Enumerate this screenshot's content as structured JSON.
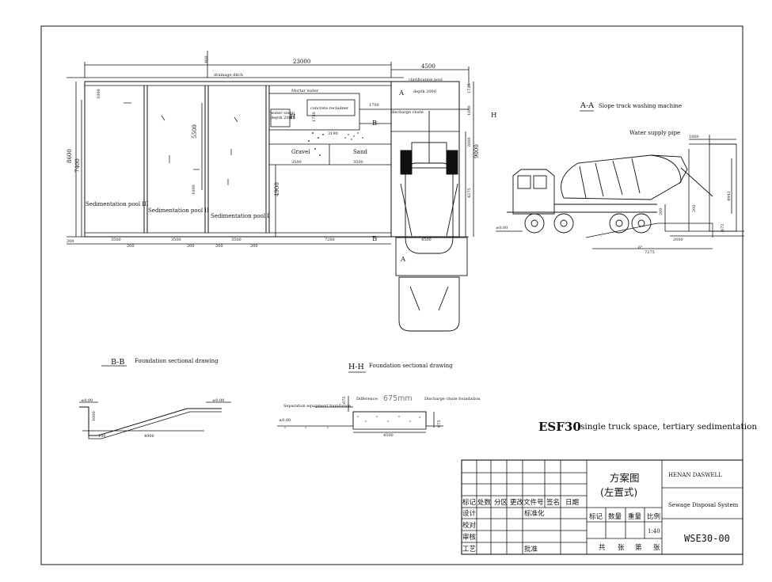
{
  "plan": {
    "dims": {
      "top_total": "23000",
      "top_left_offset": "400",
      "right_width": "4500",
      "left_height": "8600",
      "inner_height": "7400",
      "right_height": "9000",
      "pool_height": "5500",
      "lower_height": "4900",
      "edge_1000": "1000",
      "edge_1000b": "1000",
      "clar_1725": "1725",
      "clar_1000": "1000",
      "dim_2000": "2000",
      "dim_4275": "4275",
      "reclaimer_1750": "1750",
      "reclaimer_3190": "3190",
      "reclaimer_1700": "1700",
      "gravel_3500": "3500",
      "sand_3500": "3500",
      "b1": "200",
      "b2": "3500",
      "b3": "200",
      "b4": "3500",
      "b5": "200",
      "b6": "3500",
      "b7": "200",
      "b8": "7200",
      "b9": "4500",
      "b10": "200"
    },
    "labels": {
      "drainage_ditch": "drainage ditch",
      "mortar_water": "Mortar water",
      "water_sump": "water sump",
      "water_sump_depth": "depth 2000",
      "concrete_reclaimer": "concrete reclaimer",
      "clarification_pool": "clarification pool",
      "clarification_depth": "depth 2000",
      "discharge_chute": "discharge chute",
      "gravel": "Gravel",
      "sand": "Sand",
      "pool3": "Sedimentation pool III",
      "pool2": "Sedimentation pool II",
      "pool1": "Sedimentation pool I",
      "sec_a": "A",
      "sec_a2": "A",
      "sec_b": "B",
      "sec_b2": "B",
      "sec_h": "H",
      "sec_h2": "H"
    }
  },
  "section_aa": {
    "tag": "A-A",
    "title": "Slope truck washing machine",
    "water_supply_pipe": "Water supply pipe",
    "dim_1800": "1800",
    "dim_4943": "4943",
    "dim_200a": "200",
    "dim_200b": "200",
    "dim_672": "672",
    "dim_2000": "2000",
    "dim_7275": "7275",
    "level": "±0.00",
    "angle": "6°"
  },
  "section_bb": {
    "tag": "B-B",
    "title": "Foundation sectional drawing",
    "level_left": "±0.00",
    "level_right": "±0.00",
    "dim_1000": "1000",
    "dim_100": "100",
    "dim_4900": "4900"
  },
  "section_hh": {
    "tag": "H-H",
    "title": "Foundation sectional drawing",
    "difference_label": "Difference:",
    "difference_value": "675mm",
    "dim_675": "675",
    "discharge_chute_foundation": "Discharge chute foundation",
    "separation_foundation": "Separation equipment foundation",
    "level": "±0.00",
    "dim_4500": "4500",
    "dim_675b": "675"
  },
  "caption": {
    "code": "ESF30",
    "text": "single truck space, tertiary sedimentation"
  },
  "title_block": {
    "drawing_name_1": "方案图",
    "drawing_name_2": "(左置式)",
    "company": "HENAN DASWELL",
    "project": "Sewage Disposal System",
    "drawing_no": "WSE30-00",
    "scale": "1:40",
    "h_biaoji": "标记",
    "h_chushu": "处数",
    "h_fenqu": "分区",
    "h_genggai": "更改文件号",
    "h_qianming": "签名",
    "h_riqi": "日期",
    "r_sheji": "设计",
    "r_biaozhunhua": "标准化",
    "r_jiaodui": "校对",
    "r_shenhe": "审核",
    "r_gongyi": "工艺",
    "r_pizhun": "批准",
    "c_biaoji": "标记",
    "c_shuliang": "数量",
    "c_zhongliang": "重量",
    "c_bili": "比例",
    "f_gong": "共",
    "f_zhang1": "张",
    "f_di": "第",
    "f_zhang2": "张"
  }
}
